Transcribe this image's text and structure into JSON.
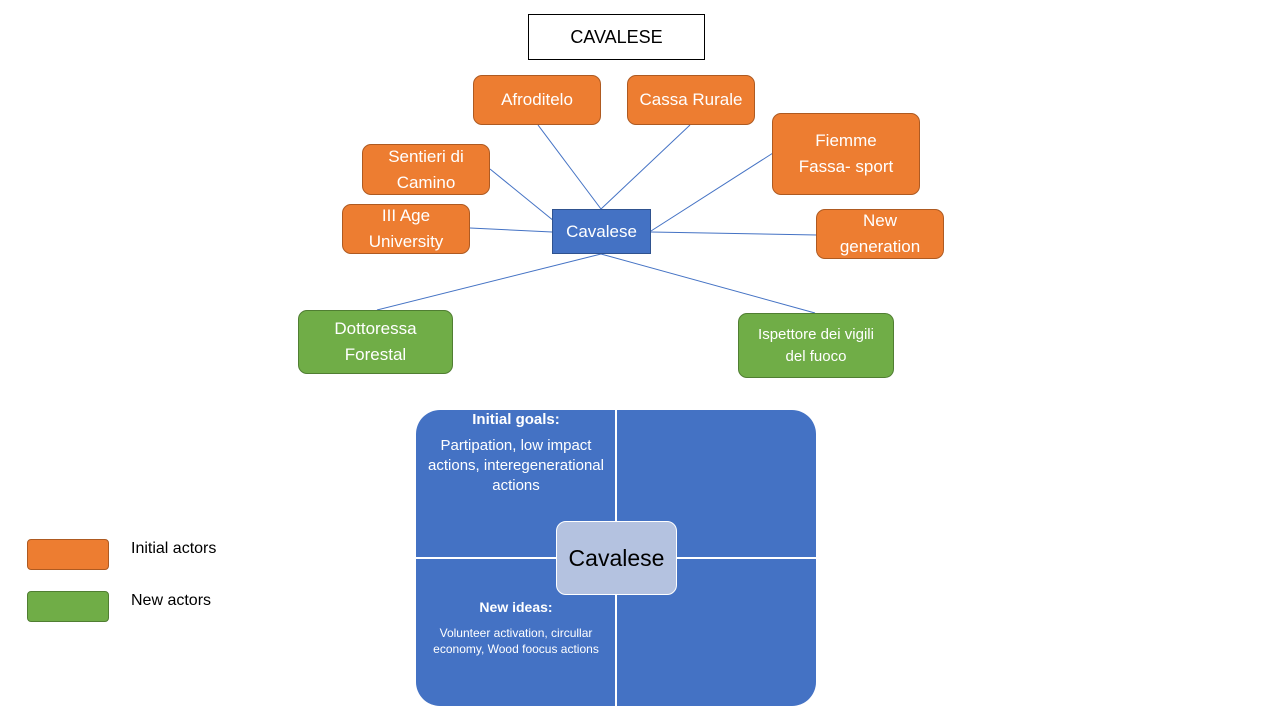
{
  "title": "CAVALESE",
  "hub": {
    "label": "Cavalese"
  },
  "initial_actors": [
    "Afroditelo",
    "Cassa Rurale",
    "Sentieri di Camino",
    "Fiemme Fassa- sport",
    "III Age University",
    "New generation"
  ],
  "new_actors": [
    "Dottoressa Forestal",
    "Ispettore dei vigili del fuoco"
  ],
  "matrix": {
    "center_label": "Cavalese",
    "initial_goals": {
      "heading": "Initial goals:",
      "body": "Partipation, low impact actions, interegenerational actions"
    },
    "new_ideas": {
      "heading": "New ideas:",
      "body": "Volunteer activation, circullar economy, Wood foocus actions"
    }
  },
  "legend": {
    "items": [
      {
        "label": "Initial actors",
        "color": "#ed7d31"
      },
      {
        "label": "New actors",
        "color": "#70ad47"
      }
    ]
  },
  "colors": {
    "orange": "#ed7d31",
    "green": "#70ad47",
    "blue": "#4472c4",
    "connector": "#4472c4"
  }
}
